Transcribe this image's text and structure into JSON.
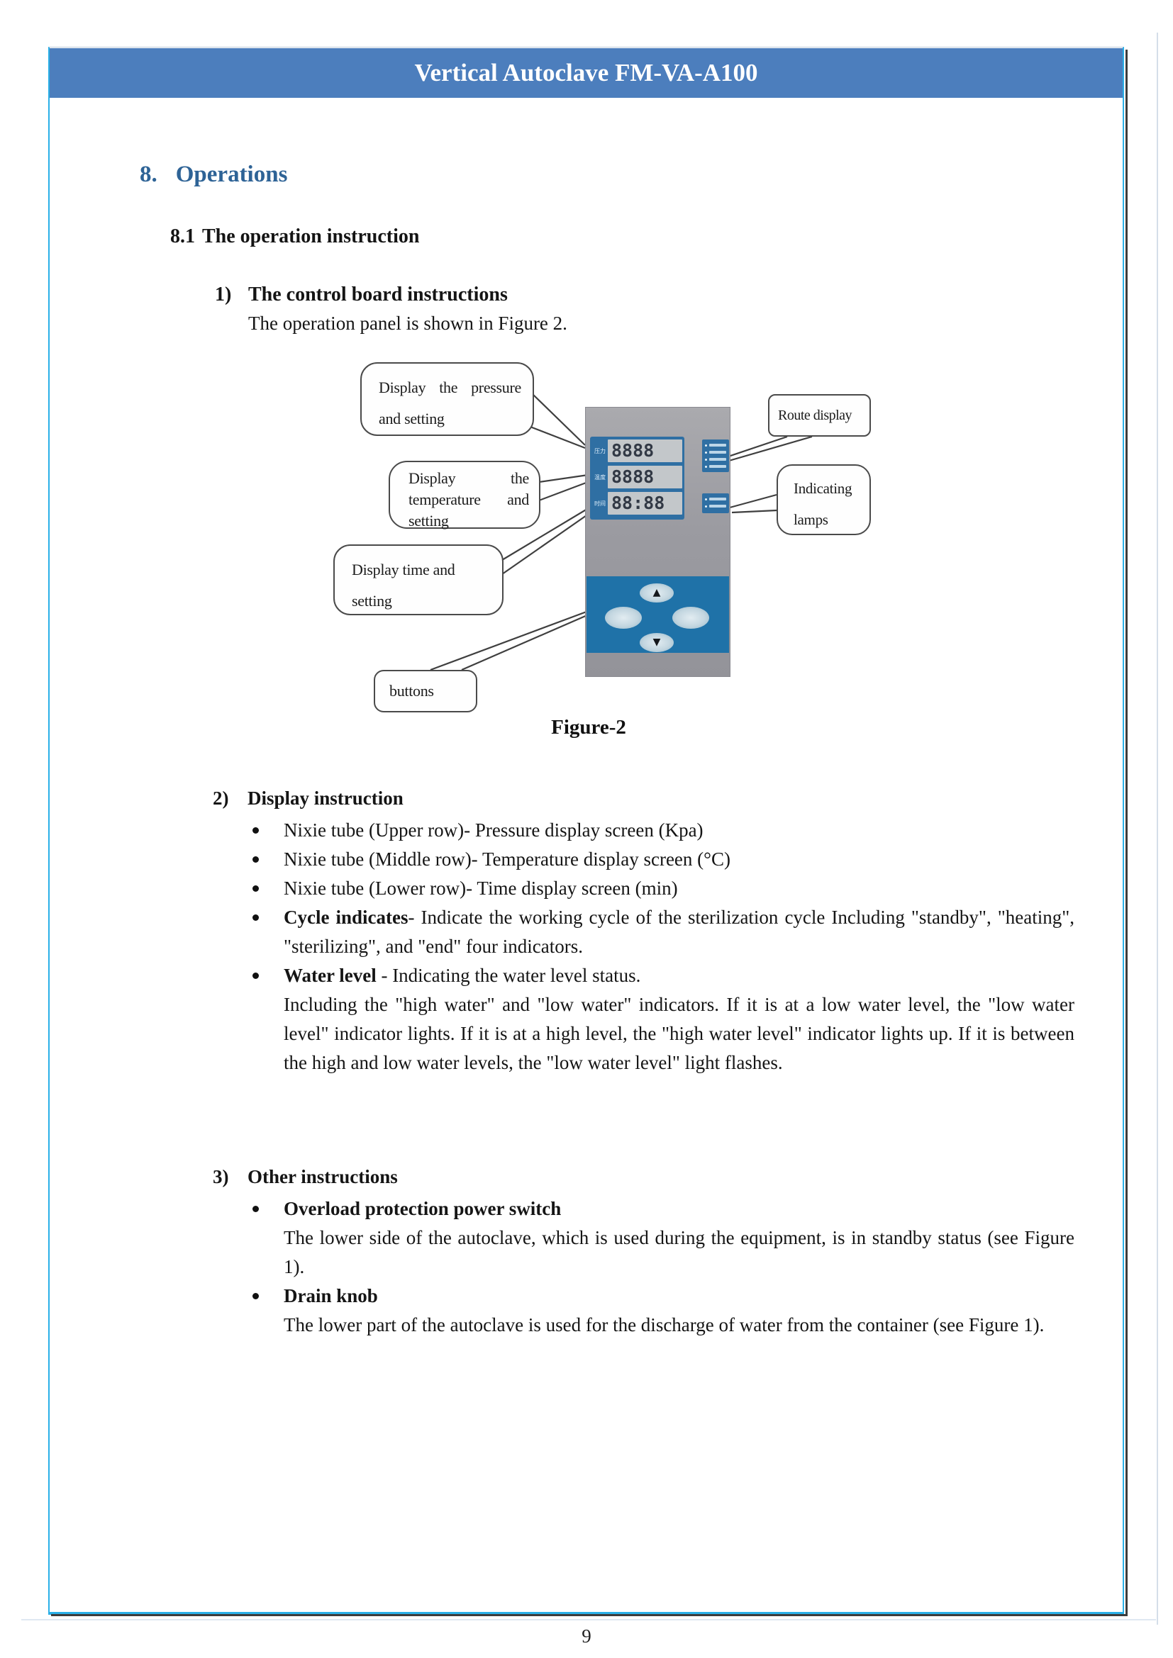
{
  "header": {
    "title": "Vertical Autoclave FM-VA-A100"
  },
  "headings": {
    "section_number": "8.",
    "section_title": "Operations",
    "subsection_number": "8.1",
    "subsection_title": "The operation instruction"
  },
  "item1": {
    "number": "1)",
    "title": "The control board instructions",
    "body": "The operation panel is shown in Figure 2."
  },
  "figure": {
    "caption": "Figure-2",
    "callouts": {
      "pressure": "Display the pressure and setting",
      "route": "Route display",
      "temperature": "Display the temperature and setting",
      "lamps": "Indicating lamps",
      "time": "Display time and setting",
      "buttons": "buttons"
    },
    "panel": {
      "row_labels": [
        "压力",
        "温度",
        "时间"
      ],
      "digits": [
        "8888",
        "8888",
        "88:88"
      ],
      "up_glyph": "▲",
      "down_glyph": "▼"
    }
  },
  "item2": {
    "number": "2)",
    "title": "Display instruction",
    "bullets": [
      {
        "bold": "",
        "text": "Nixie tube (Upper row)- Pressure display screen (Kpa)"
      },
      {
        "bold": "",
        "text": "Nixie tube (Middle row)- Temperature display screen (°C)"
      },
      {
        "bold": "",
        "text": "Nixie tube (Lower row)- Time display screen (min)"
      },
      {
        "bold": "Cycle indicates",
        "text": "- Indicate the working cycle of the sterilization cycle Including \"standby\", \"heating\", \"sterilizing\", and \"end\" four indicators."
      },
      {
        "bold": "Water level",
        "text": " - Indicating the water level status.",
        "para": "Including the \"high water\" and \"low water\" indicators. If it is at a low water level, the \"low water level\" indicator lights. If it is at a high level, the \"high water level\" indicator lights up. If it is between the high and low water levels, the \"low water level\" light flashes."
      }
    ]
  },
  "item3": {
    "number": "3)",
    "title": "Other instructions",
    "bullets": [
      {
        "bold": "Overload protection power switch",
        "para": "The lower side of the autoclave, which is used during the equipment, is in standby status (see Figure 1)."
      },
      {
        "bold": "Drain knob",
        "para": "The lower part of the autoclave is used for the discharge of water from the container (see Figure 1)."
      }
    ]
  },
  "page_number": "9",
  "colors": {
    "header_bar": "#4C7EBD",
    "frame_border": "#2AB0E8",
    "section_heading": "#2E6396",
    "panel_display": "#2F6FA3",
    "panel_buttons": "#1F72A8"
  }
}
